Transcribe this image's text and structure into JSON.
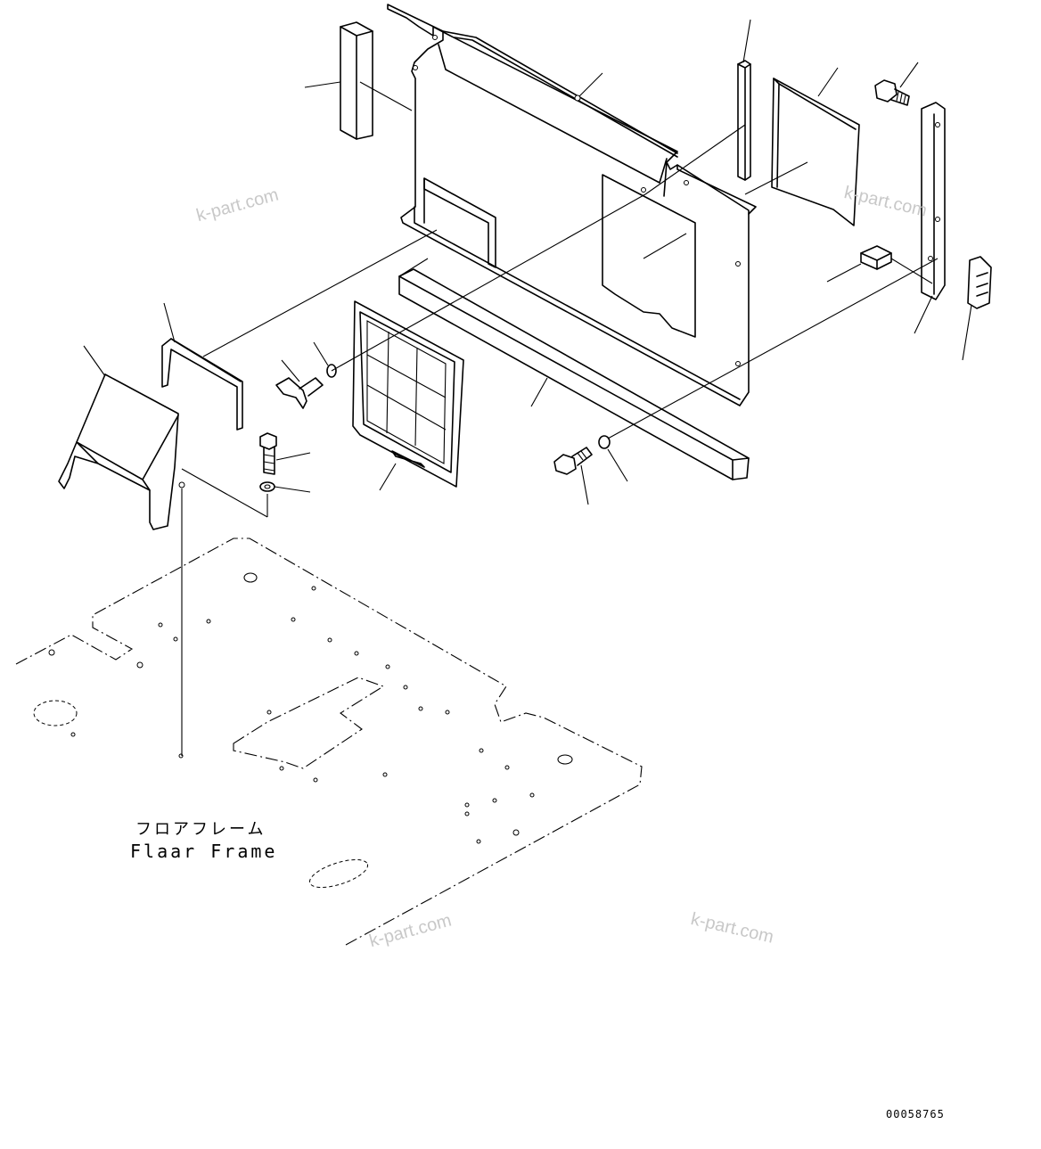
{
  "diagram": {
    "floor_label_jp": "フロアフレーム",
    "floor_label_en": "Flaar Frame",
    "document_number": "00058765"
  },
  "watermarks": [
    "k-part.com",
    "k-part.com",
    "k-part.com",
    "k-part.com"
  ],
  "icons": [
    "bolt-icon",
    "washer-icon",
    "wing-bolt-icon"
  ]
}
